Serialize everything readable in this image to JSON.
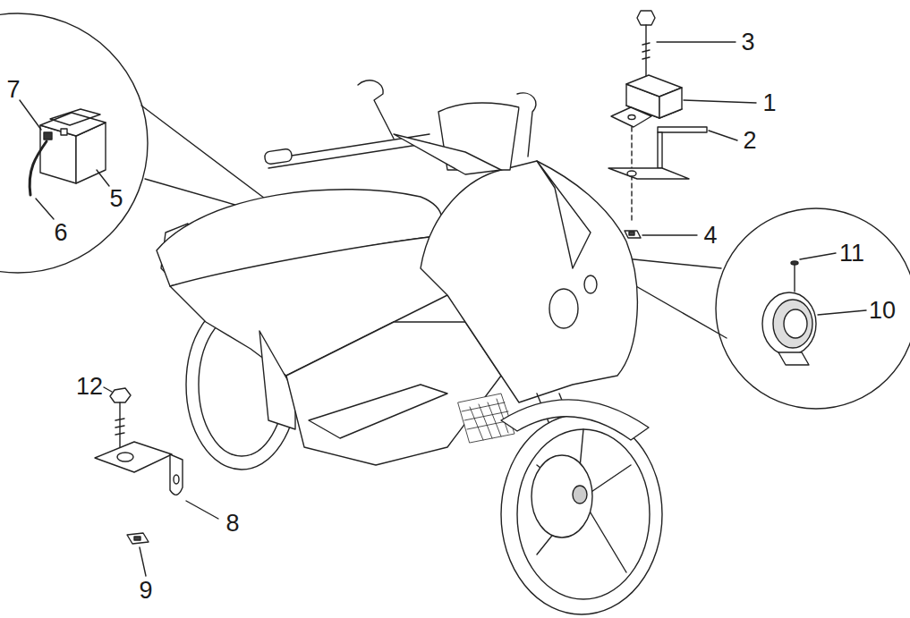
{
  "diagram": {
    "labels": [
      "7",
      "3",
      "1",
      "2",
      "5",
      "6",
      "4",
      "11",
      "10",
      "12",
      "8",
      "9"
    ]
  }
}
